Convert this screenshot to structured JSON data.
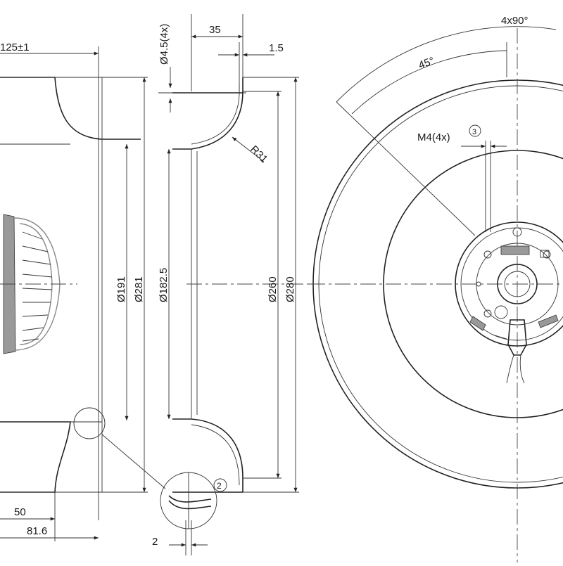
{
  "drawing": {
    "title": "",
    "left_view": {
      "dims": {
        "width_top": "125±1",
        "dia_191": "Ø191",
        "dia_281": "Ø281",
        "dim_50": "50",
        "dim_81_6": "81.6"
      }
    },
    "middle_view": {
      "dims": {
        "hole": "Ø4.5(4x)",
        "dim_35": "35",
        "dim_1_5": "1.5",
        "radius": "R31",
        "dia_182_5": "Ø182.5",
        "dia_260": "Ø260",
        "dia_280": "Ø280",
        "dim_2": "2"
      },
      "detail_marker": "2"
    },
    "right_view": {
      "dims": {
        "angle_4x90": "4x90°",
        "angle_45": "45°",
        "thread": "M4(4x)"
      },
      "thread_marker": "3"
    }
  }
}
